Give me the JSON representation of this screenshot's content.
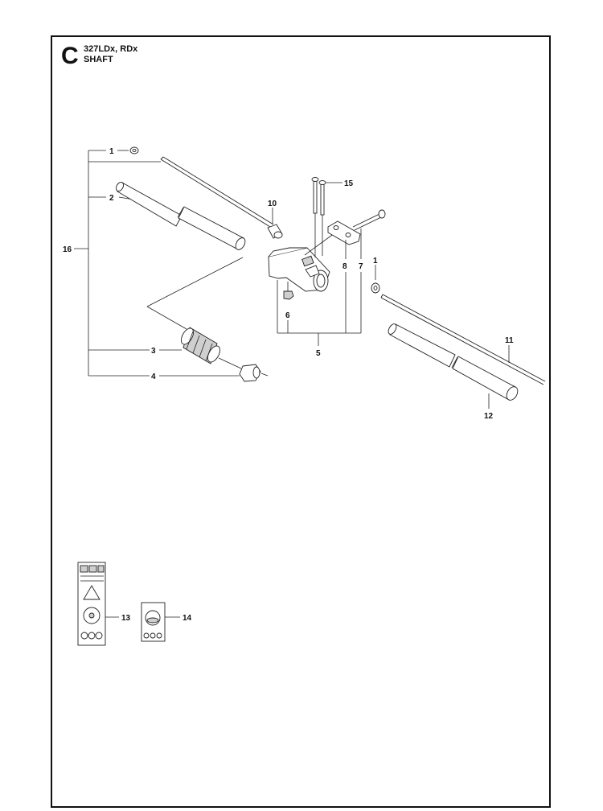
{
  "header": {
    "section_letter": "C",
    "model": "327LDx, RDx",
    "title": "SHAFT"
  },
  "callouts": {
    "c1a": "1",
    "c1b": "1",
    "c2": "2",
    "c3": "3",
    "c4": "4",
    "c5": "5",
    "c6": "6",
    "c7": "7",
    "c8": "8",
    "c10": "10",
    "c11": "11",
    "c12": "12",
    "c13": "13",
    "c14": "14",
    "c15": "15",
    "c16": "16"
  },
  "colors": {
    "line": "#222222",
    "frame": "#111111"
  }
}
